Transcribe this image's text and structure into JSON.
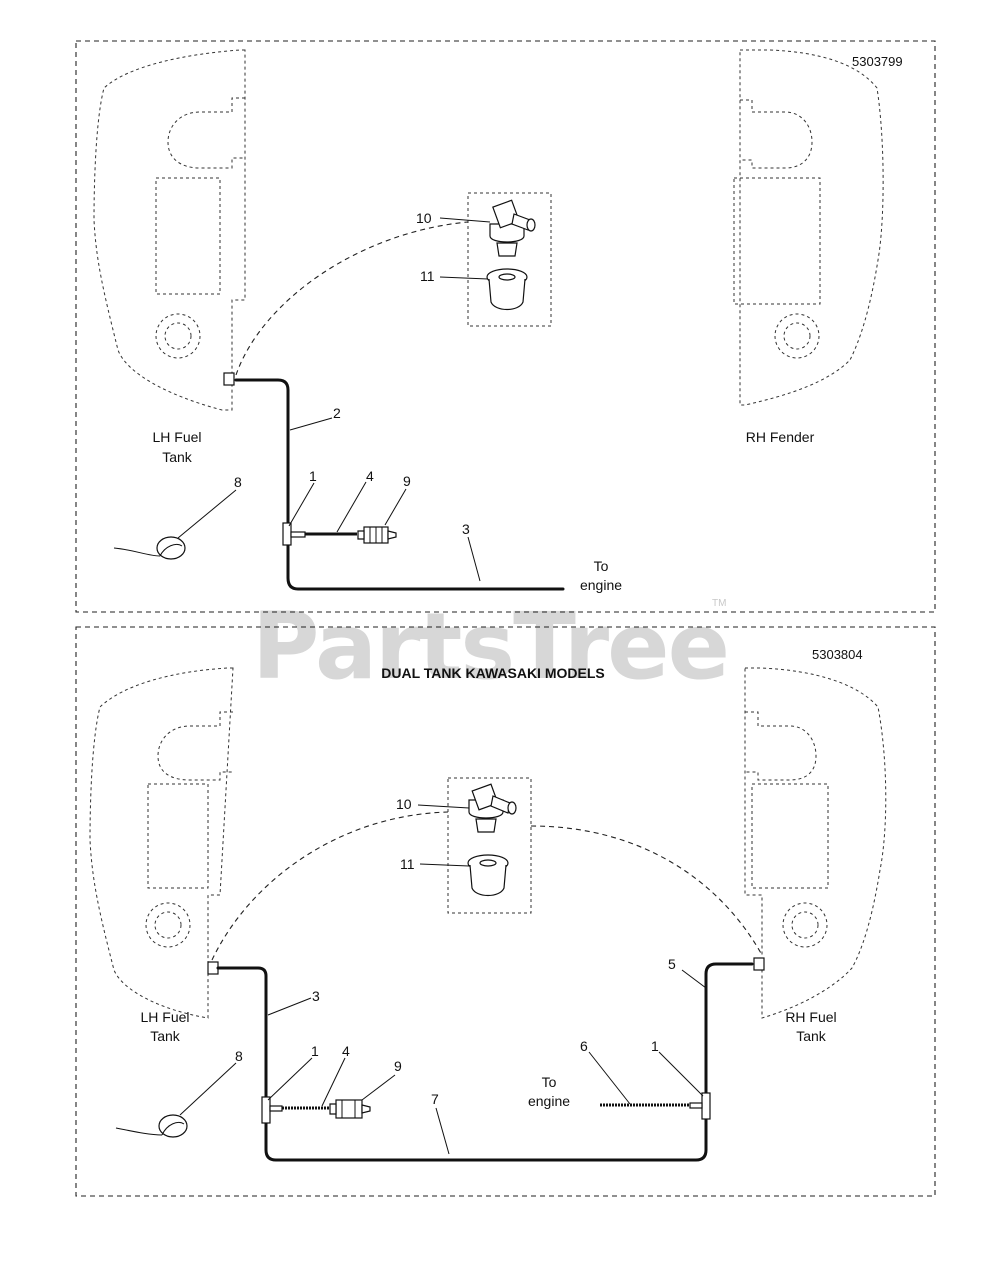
{
  "watermark": {
    "text": "PartsTree",
    "trademark": "TM"
  },
  "panel_top": {
    "part_id": "5303799",
    "labels": {
      "lh_tank_line1": "LH Fuel",
      "lh_tank_line2": "Tank",
      "rh": "RH Fender",
      "engine_line1": "To",
      "engine_line2": "engine"
    },
    "callouts": [
      "10",
      "11",
      "2",
      "1",
      "4",
      "9",
      "3",
      "8"
    ]
  },
  "panel_bottom": {
    "part_id": "5303804",
    "title": "DUAL TANK KAWASAKI MODELS",
    "labels": {
      "lh_tank_line1": "LH Fuel",
      "lh_tank_line2": "Tank",
      "rh_tank_line1": "RH Fuel",
      "rh_tank_line2": "Tank",
      "engine_line1": "To",
      "engine_line2": "engine"
    },
    "callouts": [
      "10",
      "11",
      "3",
      "5",
      "1",
      "4",
      "9",
      "8",
      "6",
      "1",
      "7"
    ]
  }
}
